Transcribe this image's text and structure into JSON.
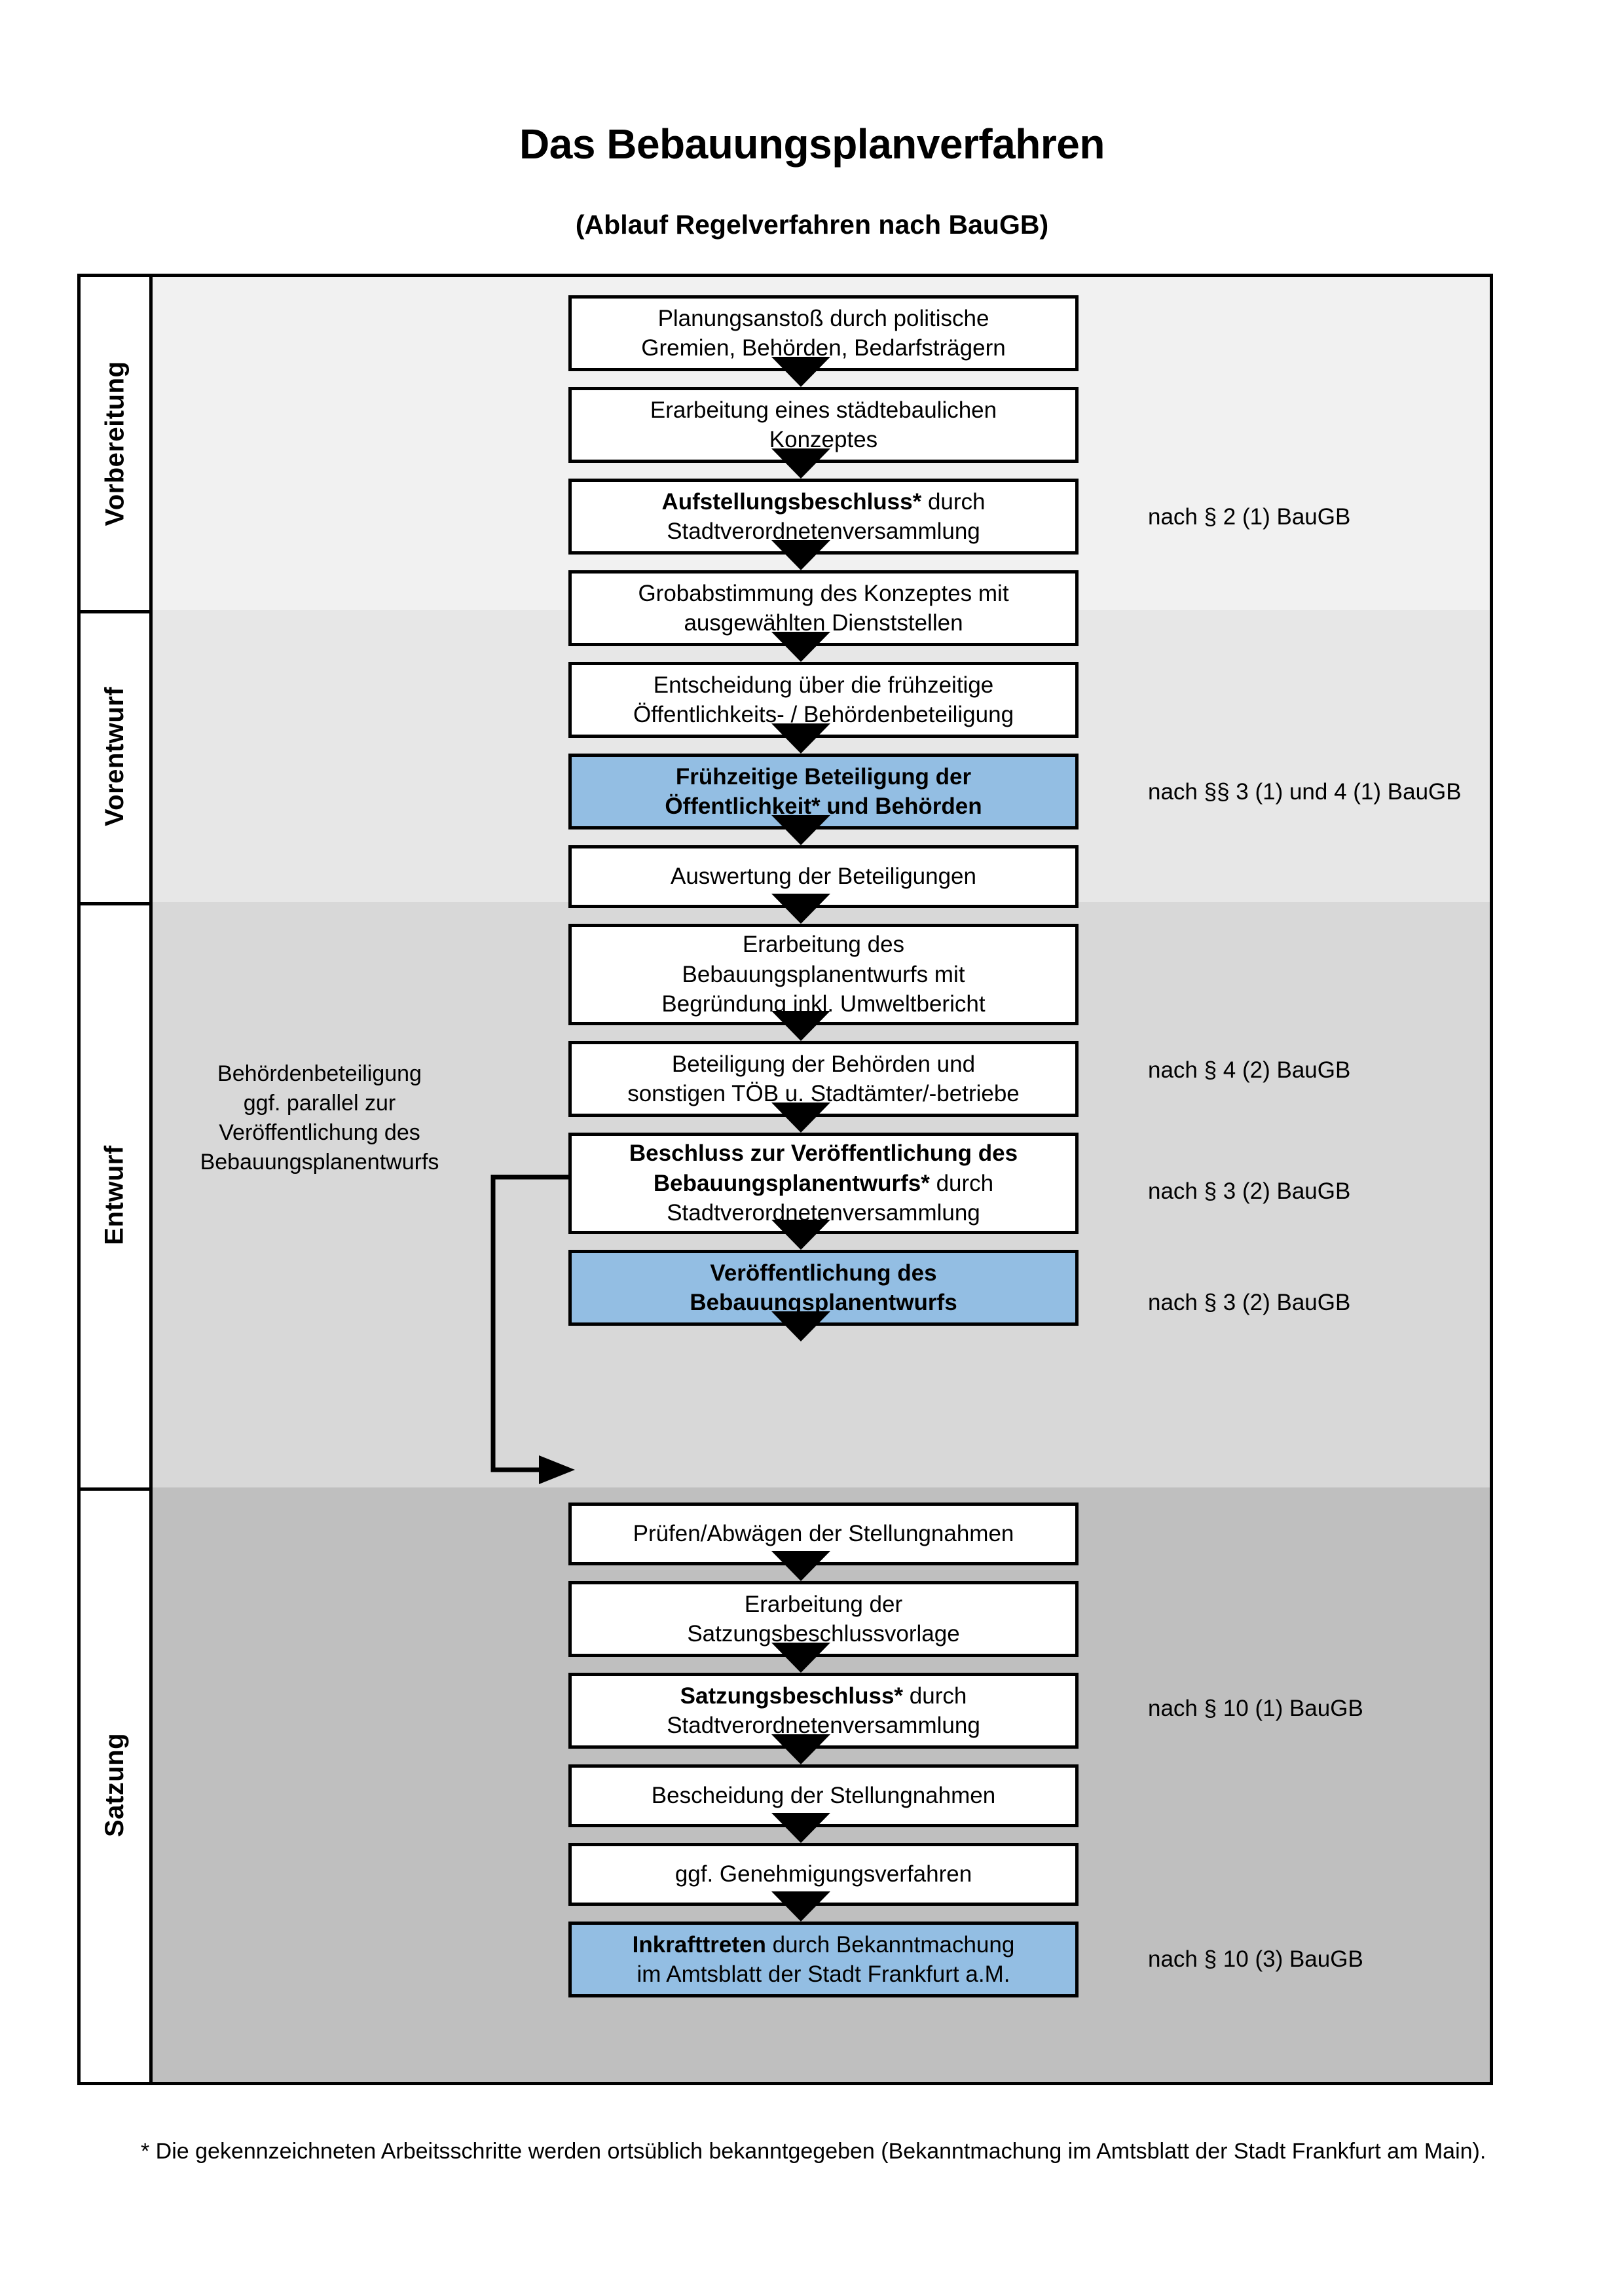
{
  "title": "Das Bebauungsplanverfahren",
  "subtitle": "(Ablauf Regelverfahren nach BauGB)",
  "colors": {
    "highlight_box": "#93BEE3",
    "band_1": "#F1F1F1",
    "band_2": "#E7E7E7",
    "band_3": "#D8D8D8",
    "band_4": "#BFBFBF",
    "outline": "#000000"
  },
  "phases": [
    {
      "label": "Vorbereitung"
    },
    {
      "label": "Vorentwurf"
    },
    {
      "label": "Entwurf"
    },
    {
      "label": "Satzung"
    }
  ],
  "steps": [
    {
      "id": "s1",
      "lines": [
        "Planungsanstoß durch politische",
        "Gremien, Behörden, Bedarfsträgern"
      ],
      "bold": false,
      "highlight": false
    },
    {
      "id": "s2",
      "lines": [
        "Erarbeitung eines städtebaulichen",
        "Konzeptes"
      ],
      "bold": false,
      "highlight": false
    },
    {
      "id": "s3",
      "bold_prefix": "Aufstellungsbeschluss*",
      "rest": " durch",
      "line2": "Stadtverordnetenversammlung",
      "highlight": false
    },
    {
      "id": "s4",
      "lines": [
        "Grobabstimmung des Konzeptes mit",
        "ausgewählten Dienststellen"
      ],
      "bold": false,
      "highlight": false
    },
    {
      "id": "s5",
      "lines": [
        "Entscheidung über die frühzeitige",
        "Öffentlichkeits- / Behördenbeteiligung"
      ],
      "bold": false,
      "highlight": false
    },
    {
      "id": "s6",
      "lines": [
        "Frühzeitige Beteiligung der",
        "Öffentlichkeit* und Behörden"
      ],
      "bold": true,
      "highlight": true
    },
    {
      "id": "s7",
      "lines": [
        "Auswertung der Beteiligungen"
      ],
      "bold": false,
      "highlight": false
    },
    {
      "id": "s8",
      "lines": [
        "Erarbeitung des",
        "Bebauungsplanentwurfs mit",
        "Begründung inkl. Umweltbericht"
      ],
      "bold": false,
      "highlight": false
    },
    {
      "id": "s9",
      "lines": [
        "Beteiligung der Behörden und",
        "sonstigen TÖB u. Stadtämter/-betriebe"
      ],
      "bold": false,
      "highlight": false
    },
    {
      "id": "s10",
      "bold_prefix": "Beschluss zur Veröffentlichung des",
      "bold_prefix2": "Bebauungsplanentwurfs*",
      "rest": " durch",
      "line3": "Stadtverordnetenversammlung",
      "highlight": false
    },
    {
      "id": "s11",
      "lines": [
        "Veröffentlichung des",
        "Bebauungsplanentwurfs"
      ],
      "bold": true,
      "highlight": true
    },
    {
      "id": "s12",
      "lines": [
        "Prüfen/Abwägen der Stellungnahmen"
      ],
      "bold": false,
      "highlight": false
    },
    {
      "id": "s13",
      "lines": [
        "Erarbeitung der",
        "Satzungsbeschlussvorlage"
      ],
      "bold": false,
      "highlight": false
    },
    {
      "id": "s14",
      "bold_prefix": "Satzungsbeschluss*",
      "rest": " durch",
      "line2": "Stadtverordnetenversammlung",
      "highlight": false
    },
    {
      "id": "s15",
      "lines": [
        "Bescheidung der Stellungnahmen"
      ],
      "bold": false,
      "highlight": false
    },
    {
      "id": "s16",
      "lines": [
        "ggf. Genehmigungsverfahren"
      ],
      "bold": false,
      "highlight": false
    },
    {
      "id": "s17",
      "bold_prefix": "Inkrafttreten",
      "rest": " durch Bekanntmachung",
      "line2": "im Amtsblatt der Stadt Frankfurt a.M.",
      "highlight": true
    }
  ],
  "law_notes": [
    {
      "text": "nach § 2 (1) BauGB"
    },
    {
      "text": "nach §§ 3 (1) und 4 (1) BauGB"
    },
    {
      "text": "nach § 4 (2) BauGB"
    },
    {
      "text": "nach § 3 (2) BauGB"
    },
    {
      "text": "nach § 3 (2) BauGB"
    },
    {
      "text": "nach § 10 (1) BauGB"
    },
    {
      "text": "nach § 10 (3) BauGB"
    }
  ],
  "side_note": {
    "lines": [
      "Behördenbeteiligung",
      "ggf. parallel zur",
      "Veröffentlichung des",
      "Bebauungsplanentwurfs"
    ]
  },
  "footnote": "* Die gekennzeichneten Arbeitsschritte werden ortsüblich bekanntgegeben (Bekanntmachung im Amtsblatt  der Stadt Frankfurt am Main)."
}
